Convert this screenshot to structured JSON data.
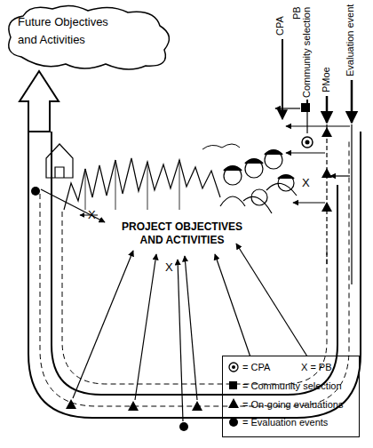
{
  "diagram": {
    "nodes": [
      {
        "text": [
          "Future Objectives and Activities"
        ]
      },
      {
        "text": [
          "PROJECT OBJECTIVES AND ACTIVITIES"
        ]
      }
    ],
    "edges": [
      {
        "from": 1,
        "to": 0,
        "arrow": "to"
      }
    ],
    "labels": [
      "CPA",
      "PB",
      "Community selection",
      "PMoe",
      "Evaluation event",
      "X",
      "X",
      "X"
    ],
    "legend": [
      {
        "text": "= CPA"
      },
      {
        "text": "X = PB"
      },
      {
        "text": "= Community selection"
      },
      {
        "text": "= On-going evaluations"
      },
      {
        "text": "= Evaluation events"
      }
    ]
  }
}
